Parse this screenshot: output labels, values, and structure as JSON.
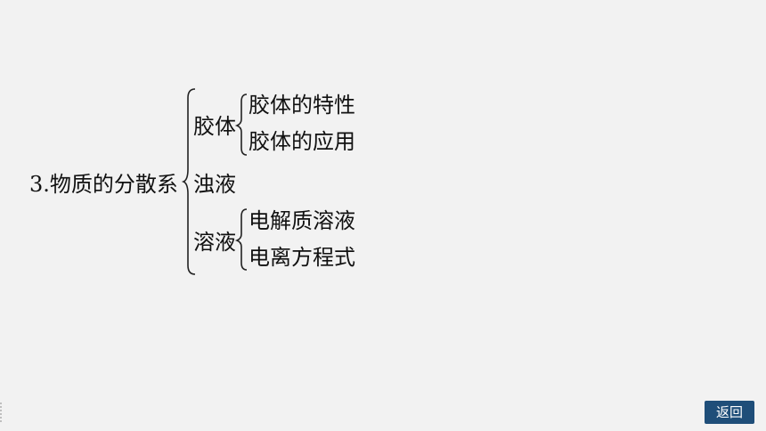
{
  "diagram": {
    "root": "3.物质的分散系",
    "branches": [
      {
        "label": "胶体",
        "children": [
          "胶体的特性",
          "胶体的应用"
        ]
      },
      {
        "label": "浊液",
        "children": []
      },
      {
        "label": "溶液",
        "children": [
          "电解质溶液",
          "电离方程式"
        ]
      }
    ]
  },
  "controls": {
    "back_label": "返回"
  },
  "colors": {
    "background": "#f2f2f2",
    "button": "#1f4e79",
    "text": "#111111"
  }
}
